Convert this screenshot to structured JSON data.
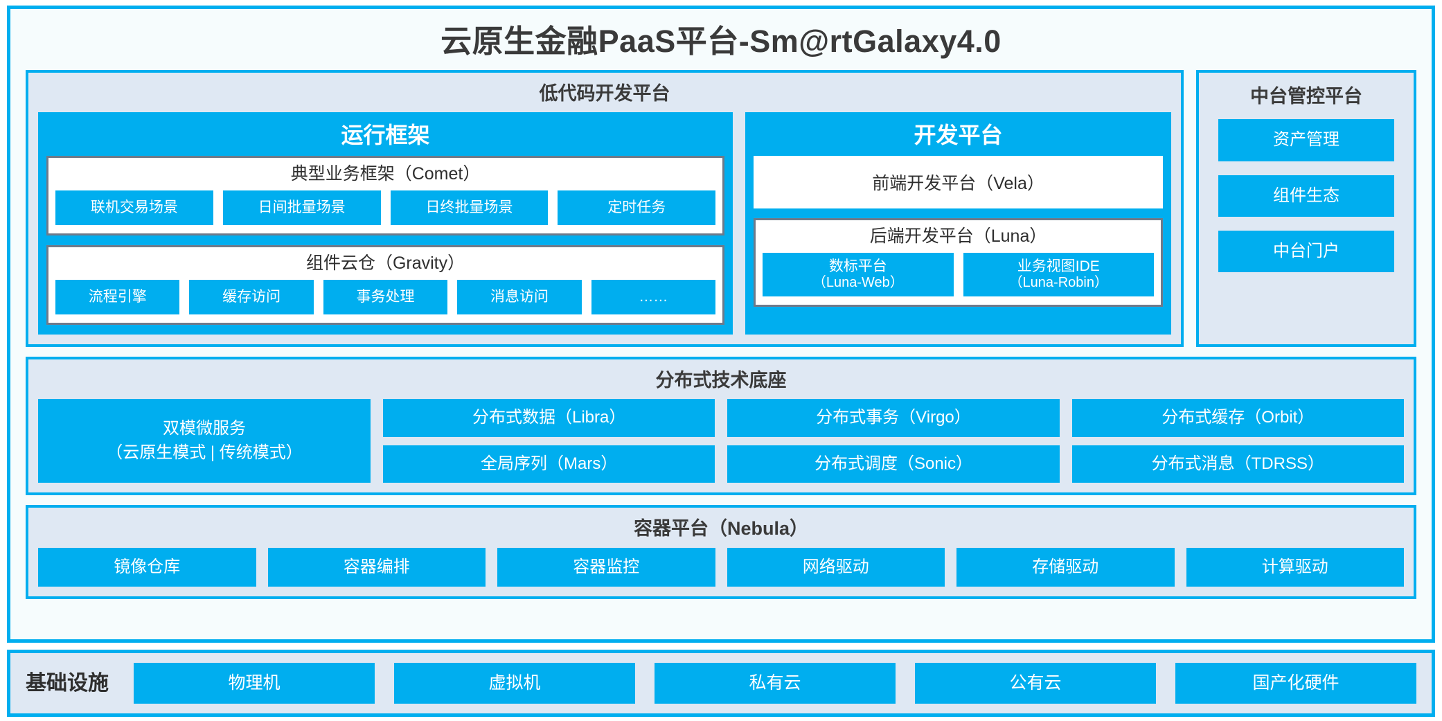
{
  "colors": {
    "brand_cyan": "#00AEEF",
    "panel_bg": "#DFE8F3",
    "frame_bg": "#F6FCFD",
    "text_dark": "#3A3A3A",
    "inner_border_gray": "#6E7A8A"
  },
  "title": "云原生金融PaaS平台-Sm@rtGalaxy4.0",
  "lowcode": {
    "title": "低代码开发平台",
    "runtime": {
      "title": "运行框架",
      "groups": [
        {
          "title": "典型业务框架（Comet）",
          "chips": [
            "联机交易场景",
            "日间批量场景",
            "日终批量场景",
            "定时任务"
          ]
        },
        {
          "title": "组件云仓（Gravity）",
          "chips": [
            "流程引擎",
            "缓存访问",
            "事务处理",
            "消息访问",
            "……"
          ]
        }
      ]
    },
    "devplatform": {
      "title": "开发平台",
      "frontend_bar": "前端开发平台（Vela）",
      "backend": {
        "title": "后端开发平台（Luna）",
        "chips": [
          {
            "main": "数标平台",
            "sub": "（Luna-Web）"
          },
          {
            "main": "业务视图IDE",
            "sub": "（Luna-Robin）"
          }
        ]
      }
    }
  },
  "midplatform": {
    "title": "中台管控平台",
    "items": [
      "资产管理",
      "组件生态",
      "中台门户"
    ]
  },
  "techbase": {
    "title": "分布式技术底座",
    "big": {
      "line1": "双模微服务",
      "line2": "（云原生模式 | 传统模式）"
    },
    "columns": [
      [
        "分布式数据（Libra）",
        "全局序列（Mars）"
      ],
      [
        "分布式事务（Virgo）",
        "分布式调度（Sonic）"
      ],
      [
        "分布式缓存（Orbit）",
        "分布式消息（TDRSS）"
      ]
    ]
  },
  "containerplatform": {
    "title": "容器平台（Nebula）",
    "items": [
      "镜像仓库",
      "容器编排",
      "容器监控",
      "网络驱动",
      "存储驱动",
      "计算驱动"
    ]
  },
  "infrastructure": {
    "label": "基础设施",
    "items": [
      "物理机",
      "虚拟机",
      "私有云",
      "公有云",
      "国产化硬件"
    ]
  }
}
